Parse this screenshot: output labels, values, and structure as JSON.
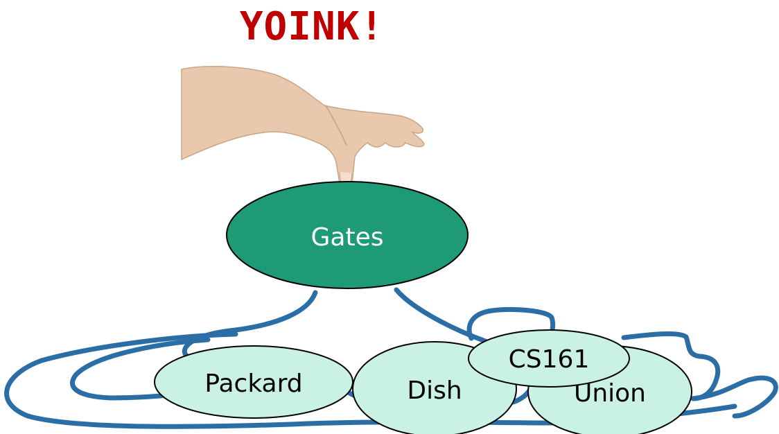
{
  "title": "YOINK!",
  "colors": {
    "title": "#c00000",
    "root_fill": "#1f9a77",
    "leaf_fill": "#c9f2e4",
    "node_stroke": "#000000",
    "edge": "#2b6ea6"
  },
  "graph": {
    "root": {
      "label": "Gates"
    },
    "nodes": [
      {
        "id": "packard",
        "label": "Packard"
      },
      {
        "id": "dish",
        "label": "Dish"
      },
      {
        "id": "union",
        "label": "Union"
      },
      {
        "id": "cs161",
        "label": "CS161"
      }
    ]
  },
  "hand_icon": "hand-pinching-icon"
}
